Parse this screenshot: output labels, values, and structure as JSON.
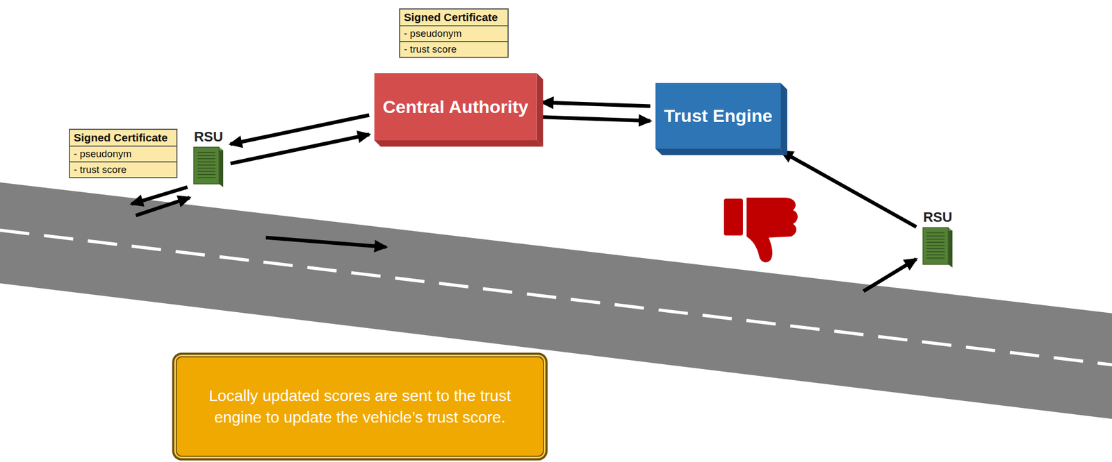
{
  "diagram": {
    "nodes": [
      {
        "text": [
          "Signed Certificate",
          "- pseudonym",
          "- trust score"
        ]
      },
      {
        "text": [
          "Central Authority"
        ]
      },
      {
        "text": [
          "Trust Engine"
        ]
      },
      {
        "text": [
          "Signed Certificate",
          "- pseudonym",
          "- trust score"
        ]
      },
      {
        "text": [
          "RSU"
        ]
      },
      {
        "text": [
          "RSU"
        ]
      },
      {
        "text": [
          "Locally updated scores are sent to the trust engine to update the vehicle’s trust score."
        ]
      }
    ],
    "edges": [
      {
        "from": 1,
        "to": 4,
        "arrow": "to"
      },
      {
        "from": 4,
        "to": 1,
        "arrow": "to"
      },
      {
        "from": 2,
        "to": 1,
        "arrow": "to"
      },
      {
        "from": 1,
        "to": 2,
        "arrow": "to"
      },
      {
        "from": 5,
        "to": 2,
        "arrow": "to"
      }
    ]
  }
}
